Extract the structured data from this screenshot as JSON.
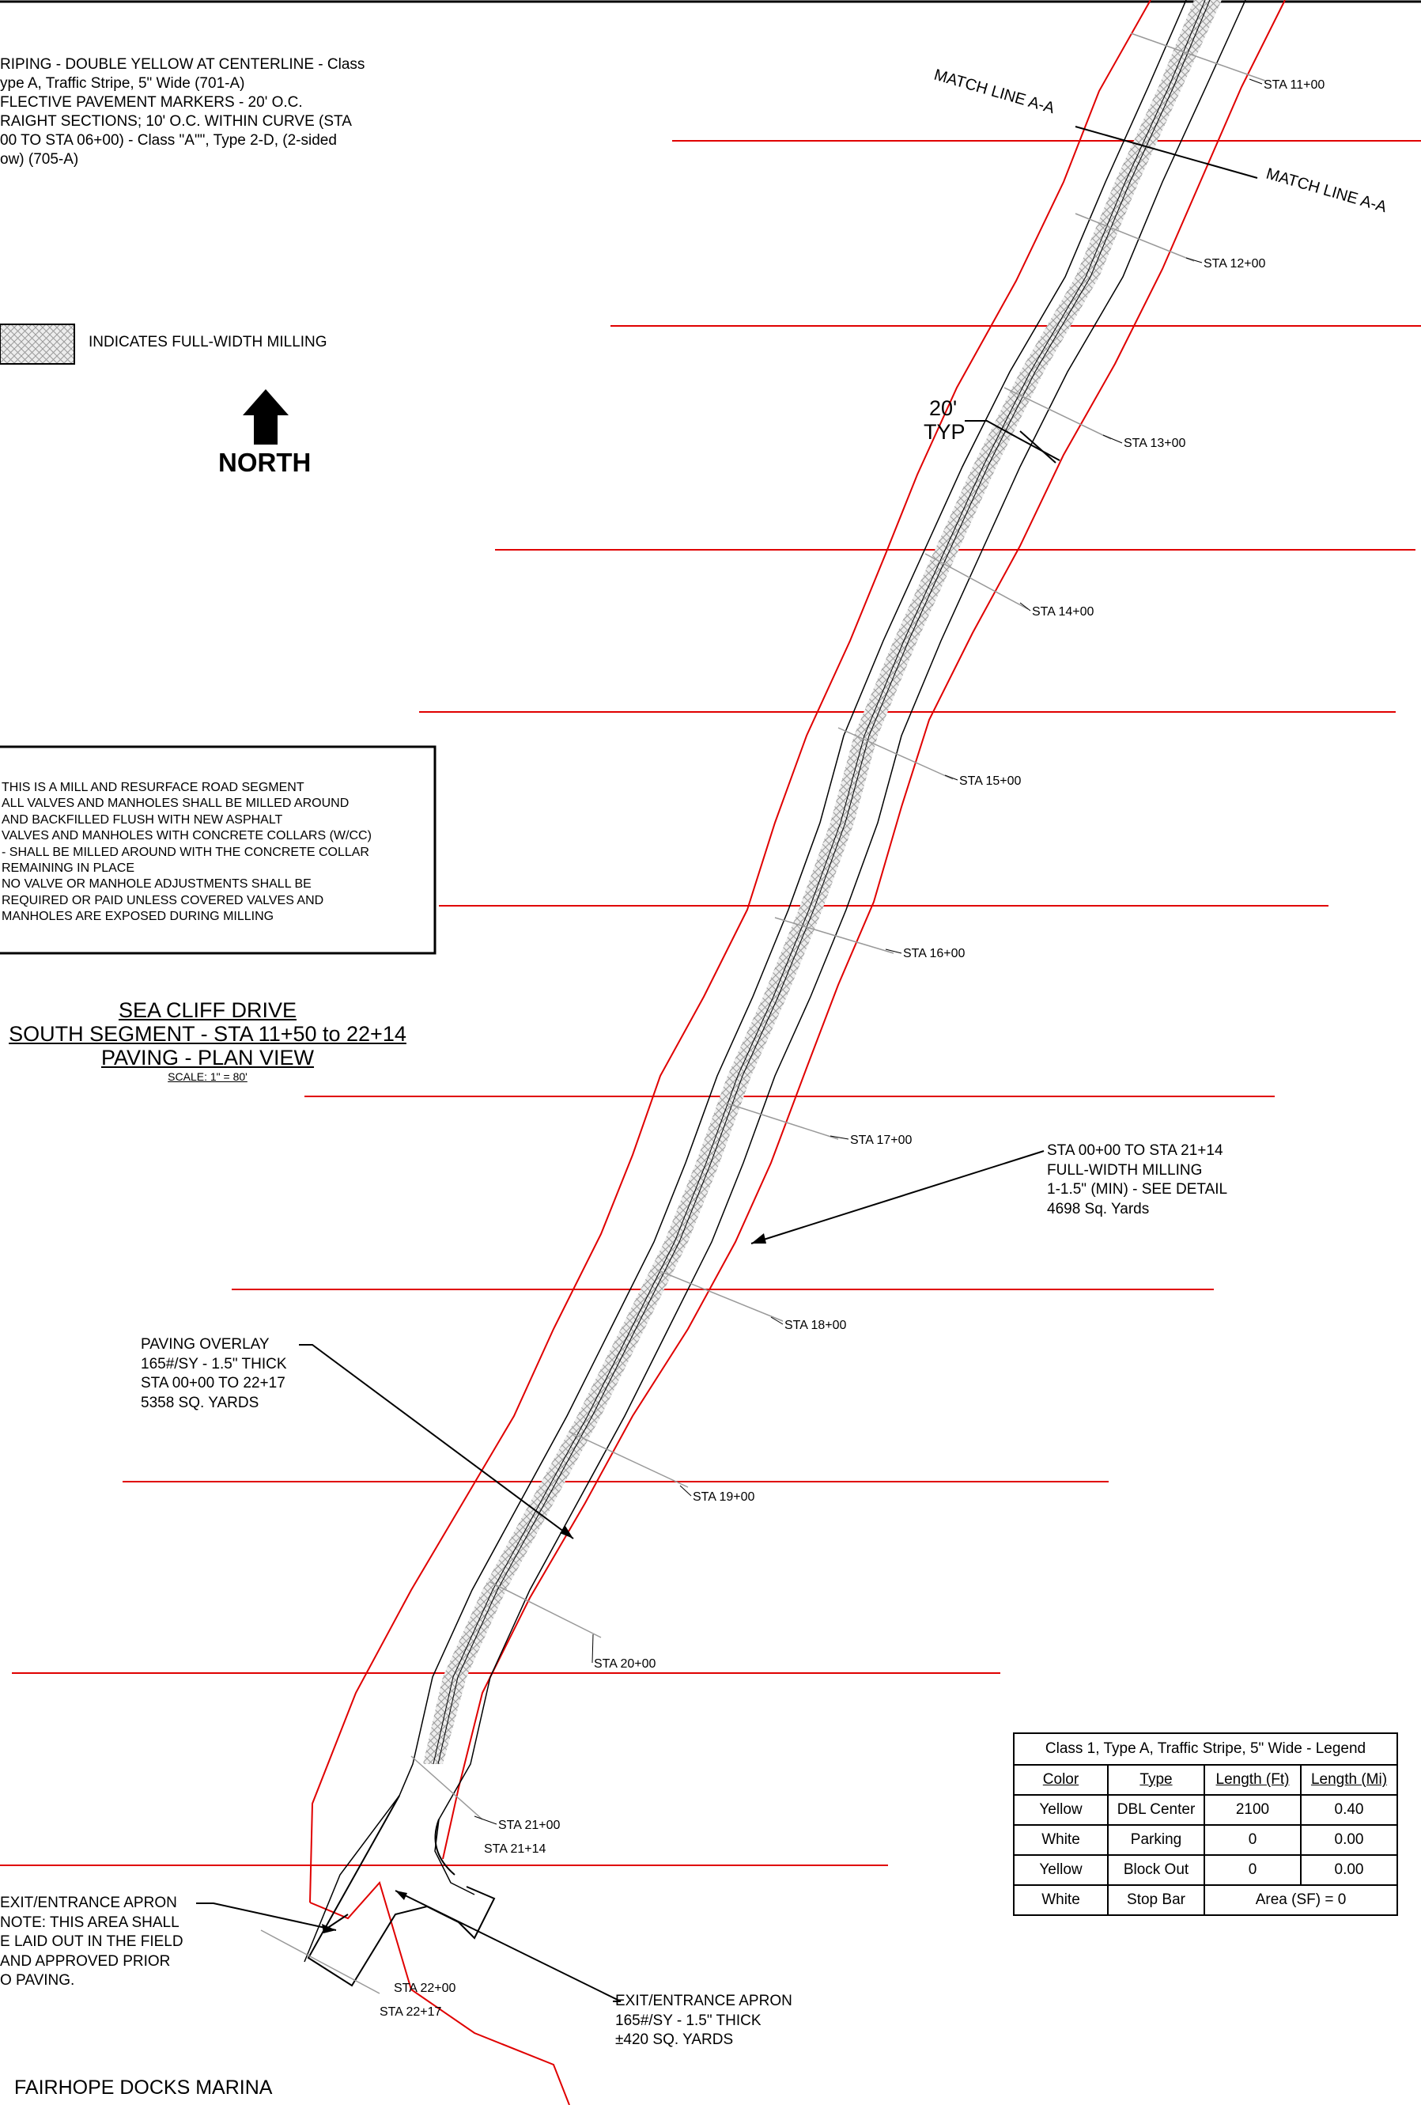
{
  "notes_top": {
    "lines": [
      "RIPING - DOUBLE YELLOW AT CENTERLINE -  Class",
      "ype A, Traffic Stripe, 5\" Wide (701-A)",
      "FLECTIVE PAVEMENT MARKERS - 20' O.C.",
      "RAIGHT SECTIONS; 10' O.C. WITHIN CURVE (STA",
      "00 TO STA 06+00) - Class \"A\"\", Type 2-D, (2-sided",
      "ow) (705-A)"
    ]
  },
  "hatch_legend": {
    "label": "INDICATES FULL-WIDTH MILLING"
  },
  "north_arrow": {
    "label": "NORTH"
  },
  "match_line": {
    "left": "MATCH LINE A-A",
    "right": "MATCH LINE A-A"
  },
  "typ_dim": {
    "value": "20'",
    "label": "TYP"
  },
  "stations": [
    "STA 11+00",
    "STA 12+00",
    "STA 13+00",
    "STA 14+00",
    "STA 15+00",
    "STA 16+00",
    "STA 17+00",
    "STA 18+00",
    "STA 19+00",
    "STA 20+00",
    "STA 21+00",
    "STA 21+14",
    "STA 22+00",
    "STA 22+17"
  ],
  "notes_box": {
    "lines": [
      "THIS IS A MILL AND RESURFACE ROAD SEGMENT",
      "ALL VALVES AND MANHOLES SHALL BE MILLED AROUND",
      "AND BACKFILLED FLUSH WITH NEW ASPHALT",
      "VALVES AND MANHOLES WITH CONCRETE COLLARS (W/CC)",
      "- SHALL BE MILLED AROUND WITH THE CONCRETE COLLAR",
      "REMAINING IN PLACE",
      "NO VALVE OR MANHOLE ADJUSTMENTS SHALL BE",
      "REQUIRED OR PAID UNLESS COVERED VALVES AND",
      "MANHOLES ARE EXPOSED DURING MILLING"
    ]
  },
  "title": {
    "line1": "SEA CLIFF DRIVE",
    "line2": "SOUTH SEGMENT - STA 11+50 to 22+14",
    "line3": "PAVING - PLAN VIEW",
    "scale": "SCALE: 1\" = 80'"
  },
  "callout_milling": {
    "lines": [
      "STA 00+00 TO STA 21+14",
      "FULL-WIDTH MILLING",
      "1-1.5\" (MIN) - SEE DETAIL",
      "4698 Sq. Yards"
    ]
  },
  "callout_overlay": {
    "lines": [
      "PAVING OVERLAY",
      "165#/SY - 1.5\" THICK",
      "STA 00+00 TO 22+17",
      "5358 SQ. YARDS"
    ]
  },
  "callout_apron_note": {
    "lines": [
      "EXIT/ENTRANCE APRON",
      "NOTE: THIS AREA SHALL",
      "E LAID OUT IN THE FIELD",
      "AND APPROVED PRIOR",
      "O PAVING."
    ]
  },
  "callout_apron": {
    "lines": [
      "EXIT/ENTRANCE APRON",
      "165#/SY - 1.5\" THICK",
      "±420 SQ. YARDS"
    ]
  },
  "stripe_legend": {
    "title": "Class 1, Type A, Traffic Stripe, 5\" Wide - Legend",
    "headers": [
      "Color",
      "Type",
      "Length (Ft)",
      "Length (Mi)"
    ],
    "rows": [
      [
        "Yellow",
        "DBL Center",
        "2100",
        "0.40"
      ],
      [
        "White",
        "Parking",
        "0",
        "0.00"
      ],
      [
        "Yellow",
        "Block Out",
        "0",
        "0.00"
      ]
    ],
    "last_row": {
      "color": "White",
      "type": "Stop Bar",
      "area": "Area (SF) = 0"
    }
  },
  "location_label": "FAIRHOPE DOCKS MARINA",
  "colors": {
    "row_line": "#e00000",
    "linework": "#000000",
    "hatch": "#b8b8b8"
  }
}
